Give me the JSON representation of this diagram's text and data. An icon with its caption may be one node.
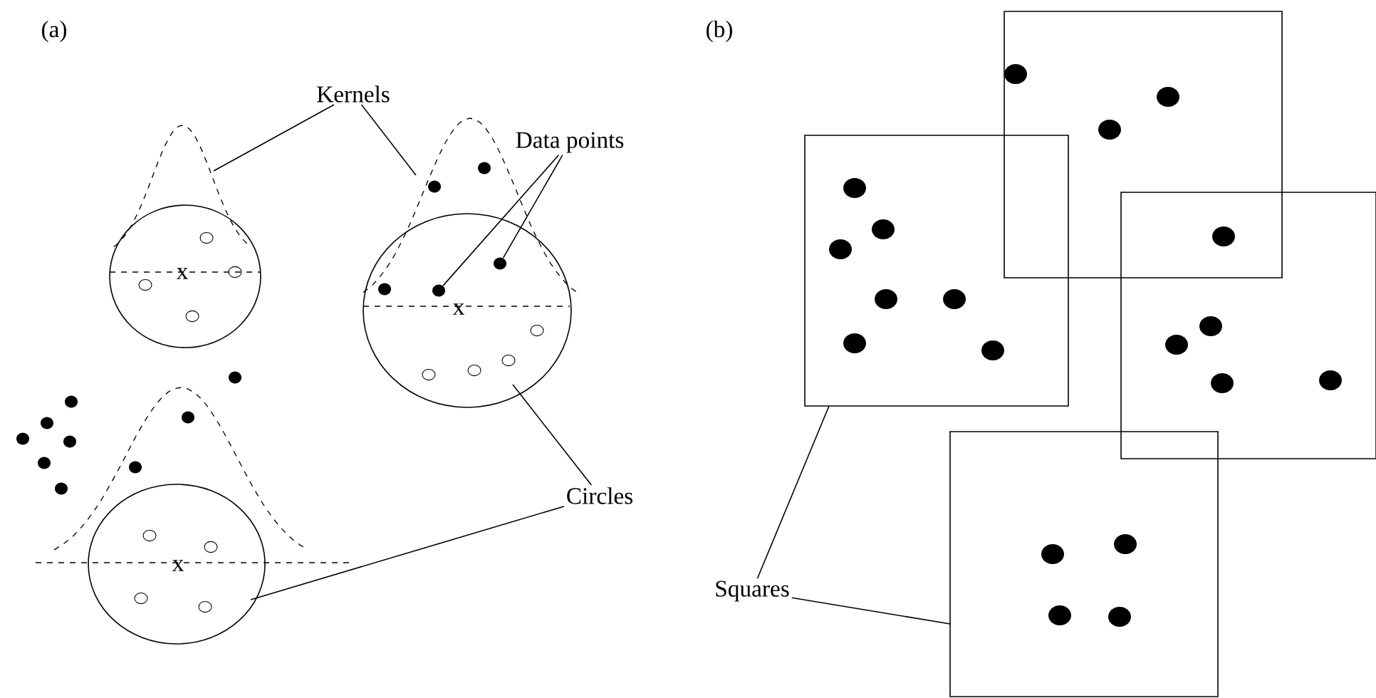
{
  "diagram": {
    "nodes": [
      {
        "text": [
          "Kernels"
        ]
      },
      {
        "text": [],
        "shape": "curve"
      },
      {
        "text": [],
        "shape": "curve"
      },
      {
        "text": [
          "Data points"
        ]
      },
      {
        "text": [],
        "shape": "circle"
      },
      {
        "text": [],
        "shape": "circle"
      },
      {
        "text": [],
        "shape": "dot",
        "in": 5
      },
      {
        "text": [],
        "shape": "dot"
      },
      {
        "text": [],
        "shape": "curve"
      },
      {
        "text": [],
        "shape": "circle"
      },
      {
        "text": [
          "Circles"
        ]
      },
      {
        "text": [],
        "shape": "box"
      },
      {
        "text": [],
        "shape": "box"
      },
      {
        "text": [],
        "shape": "box"
      },
      {
        "text": [],
        "shape": "box"
      },
      {
        "text": [
          "Squares"
        ]
      }
    ],
    "edges": [
      {
        "from": 0,
        "to": 1,
        "arrow": "none"
      },
      {
        "from": 0,
        "to": 2,
        "arrow": "none"
      },
      {
        "from": 3,
        "to": 6,
        "arrow": "none"
      },
      {
        "from": 3,
        "to": 7,
        "arrow": "none"
      },
      {
        "from": 10,
        "to": 5,
        "arrow": "none"
      },
      {
        "from": 10,
        "to": 9,
        "arrow": "none"
      },
      {
        "from": 15,
        "to": 12,
        "arrow": "none"
      },
      {
        "from": 15,
        "to": 14,
        "arrow": "none"
      }
    ],
    "labels": [
      "(a)",
      "(b)",
      "x",
      "x",
      "x"
    ]
  }
}
